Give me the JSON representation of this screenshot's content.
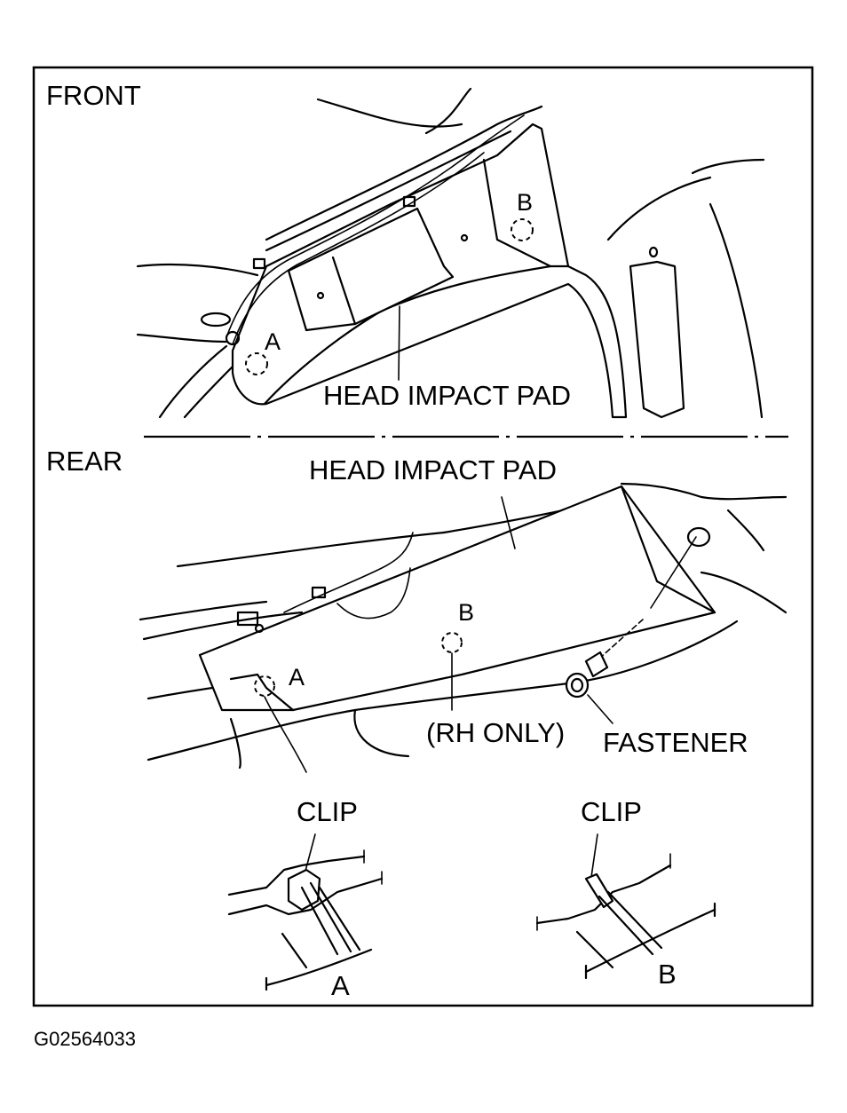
{
  "labels": {
    "front": "FRONT",
    "rear": "REAR",
    "head_impact_pad_front": "HEAD IMPACT PAD",
    "head_impact_pad_rear": "HEAD IMPACT PAD",
    "front_a": "A",
    "front_b": "B",
    "rear_a": "A",
    "rear_b": "B",
    "rh_only": "(RH ONLY)",
    "fastener": "FASTENER",
    "clip_a": "CLIP",
    "clip_b": "CLIP",
    "detail_a": "A",
    "detail_b": "B"
  },
  "figure_code": "G02564033"
}
